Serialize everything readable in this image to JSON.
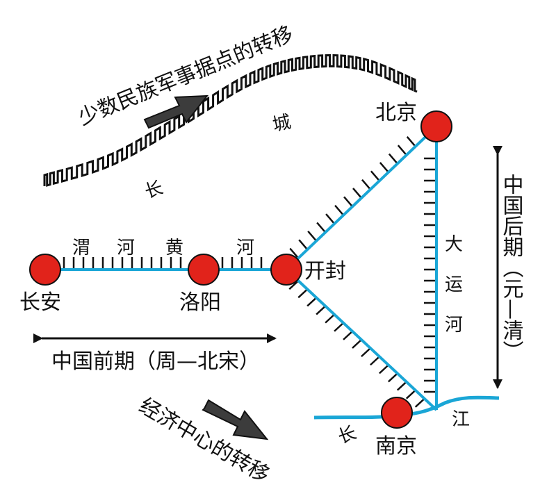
{
  "colors": {
    "river": "#1aa6d6",
    "city": "#e1231b",
    "ink": "#111111",
    "arrow": "#3c3c3c"
  },
  "cities": {
    "changan": "长安",
    "luoyang": "洛阳",
    "kaifeng": "开封",
    "beijing": "北京",
    "nanjing": "南京"
  },
  "great_wall": {
    "char1": "长",
    "char2": "城"
  },
  "weihe_huanghe": [
    "渭",
    "河",
    "黄",
    "河"
  ],
  "grand_canal": [
    "大",
    "运",
    "河"
  ],
  "changjiang": {
    "char1": "长",
    "char2": "江"
  },
  "labels": {
    "minority_shift": "少数民族军事据点的转移",
    "economic_shift": "经济中心的转移",
    "early_period": "中国前期（周—北宋）",
    "late_period": "中国后期（元—清）"
  }
}
